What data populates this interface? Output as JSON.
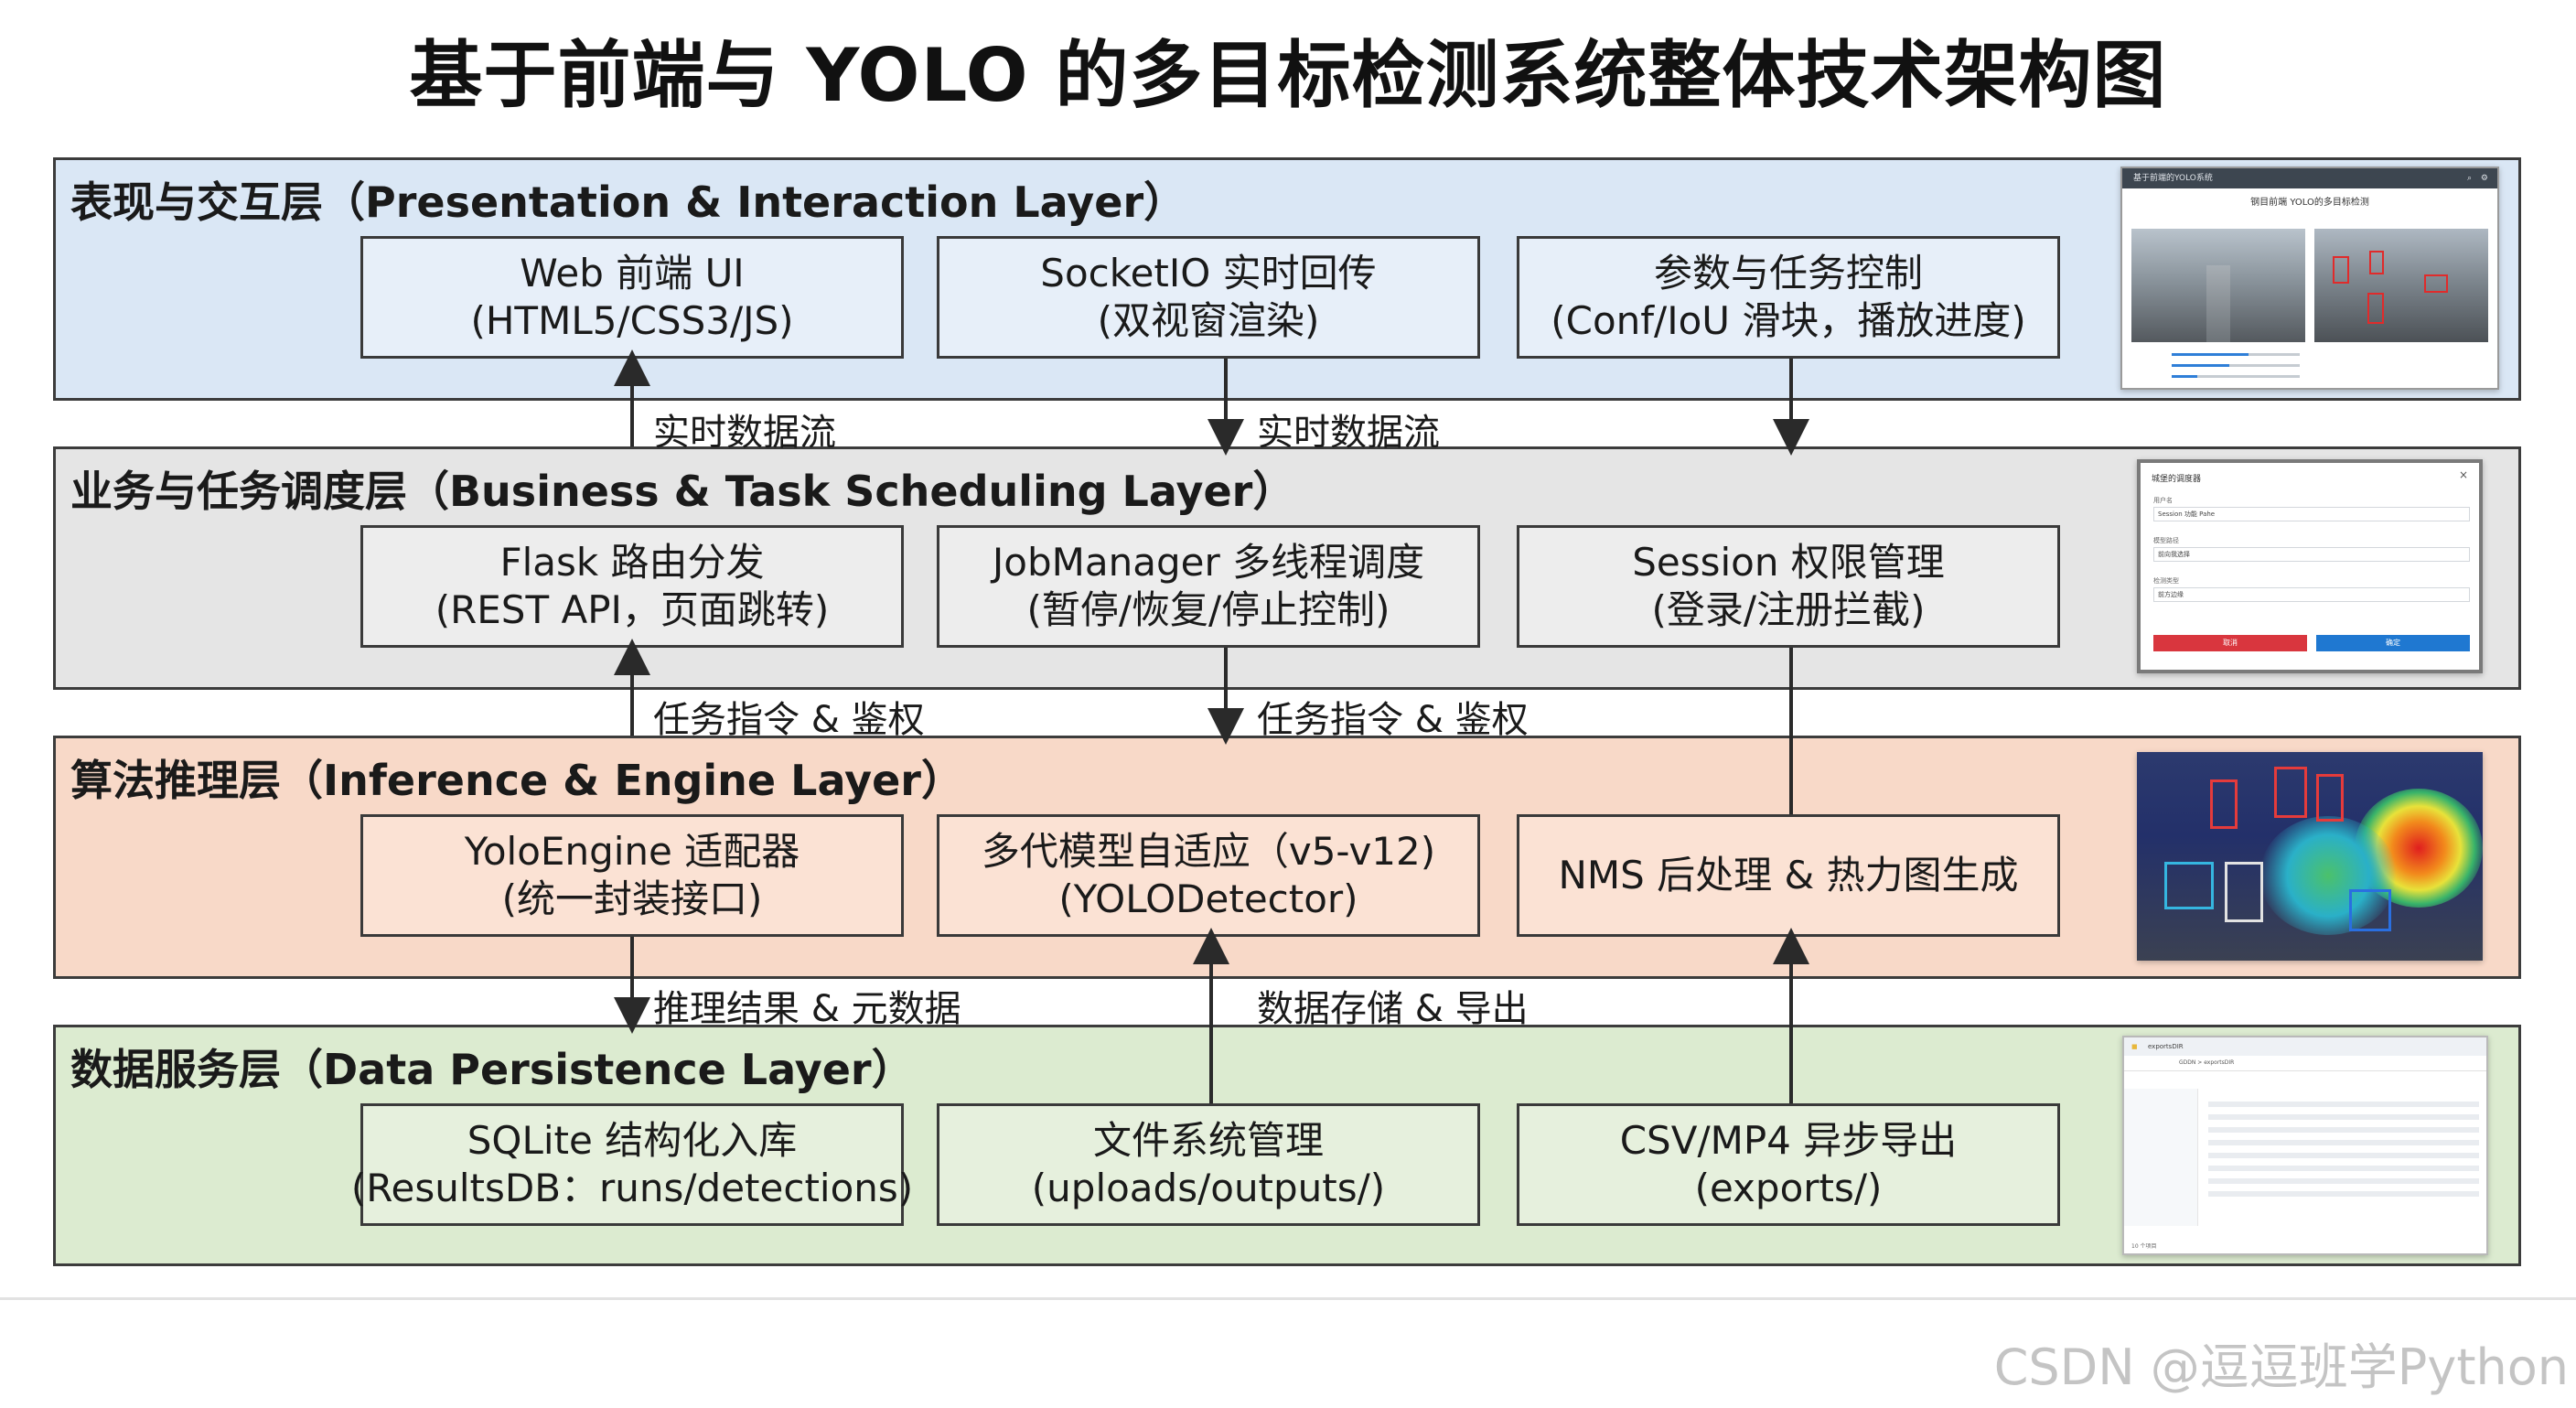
{
  "title": "基于前端与 YOLO 的多目标检测系统整体技术架构图",
  "colors": {
    "presentation_bg": "#dae7f5",
    "business_bg": "#e5e5e5",
    "inference_bg": "#f8d9c8",
    "data_bg": "#dcebd0",
    "box_presentation": "#e7eff9",
    "box_business": "#ededed",
    "box_inference": "#fbe2d4",
    "box_data": "#e6f0dd"
  },
  "layers": {
    "presentation": {
      "title": "表现与交互层（Presentation & Interaction Layer）",
      "boxes": [
        {
          "line1": "Web 前端 UI",
          "line2": "(HTML5/CSS3/JS)"
        },
        {
          "line1": "SocketIO 实时回传",
          "line2": "(双视窗渲染)"
        },
        {
          "line1": "参数与任务控制",
          "line2": "(Conf/IoU 滑块，播放进度)"
        }
      ]
    },
    "business": {
      "title": "业务与任务调度层（Business & Task Scheduling Layer）",
      "boxes": [
        {
          "line1": "Flask 路由分发",
          "line2": "(REST API，页面跳转)"
        },
        {
          "line1": "JobManager 多线程调度",
          "line2": "(暂停/恢复/停止控制)"
        },
        {
          "line1": "Session 权限管理",
          "line2": "(登录/注册拦截)"
        }
      ]
    },
    "inference": {
      "title": "算法推理层（Inference & Engine Layer）",
      "boxes": [
        {
          "line1": "YoloEngine 适配器",
          "line2": "(统一封装接口)"
        },
        {
          "line1": "多代模型自适应（v5-v12)",
          "line2": "(YOLODetector)"
        },
        {
          "line1": "NMS 后处理 & 热力图生成",
          "line2": ""
        }
      ]
    },
    "data": {
      "title": "数据服务层（Data Persistence Layer）",
      "boxes": [
        {
          "line1": "SQLite 结构化入库",
          "line2": "(ResultsDB：runs/detections)"
        },
        {
          "line1": "文件系统管理",
          "line2": "(uploads/outputs/)"
        },
        {
          "line1": "CSV/MP4 异步导出",
          "line2": "(exports/)"
        }
      ]
    }
  },
  "flows": {
    "realtime_1": "实时数据流",
    "realtime_2": "实时数据流",
    "task_1": "任务指令 & 鉴权",
    "task_2": "任务指令 & 鉴权",
    "result": "推理结果 & 元数据",
    "storage": "数据存储 & 导出"
  },
  "thumbnails": {
    "ui": {
      "header": "基于前端的YOLO系统",
      "title": "钢目前端 YOLO的多目标检测",
      "icons": "search-icon gear-icon"
    },
    "login": {
      "header": "城堡的调度器",
      "field1_label": "用户名",
      "field1_value": "Session 功能 Pahe",
      "field2_label": "模型路径",
      "field2_value": "前向我选择",
      "field3_label": "检测类型",
      "field3_value": "前方边缘",
      "cancel": "取消",
      "confirm": "确定"
    },
    "files": {
      "header": "exportsDIR",
      "path": "GDDN > exportsDIR",
      "footer": "10 个项目"
    }
  },
  "watermark": "CSDN @逗逗班学Python"
}
